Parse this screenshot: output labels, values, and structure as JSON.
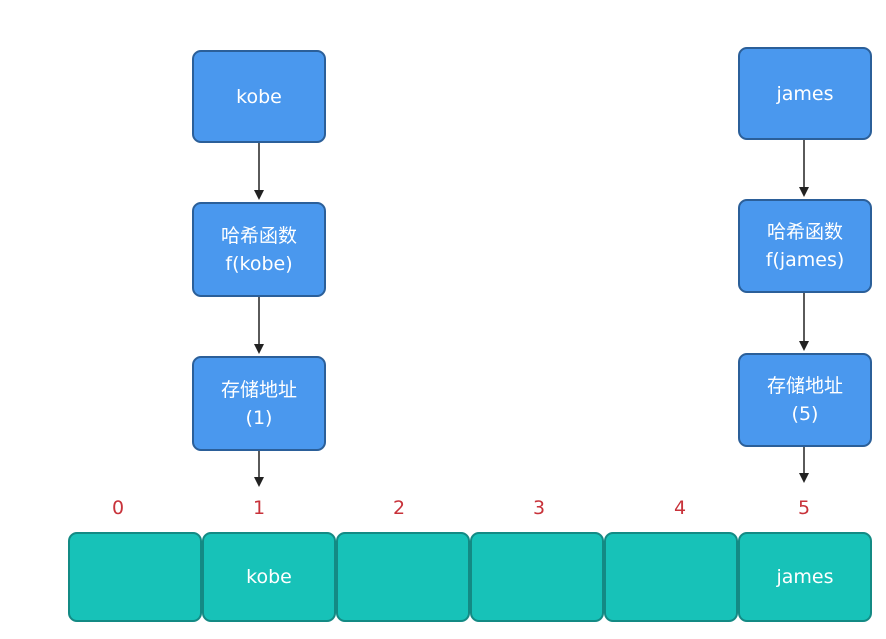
{
  "left_chain": {
    "key": "kobe",
    "hash_line1": "哈希函数",
    "hash_line2": "f(kobe)",
    "addr_line1": "存储地址",
    "addr_line2": "(1)"
  },
  "right_chain": {
    "key": "james",
    "hash_line1": "哈希函数",
    "hash_line2": "f(james)",
    "addr_line1": "存储地址",
    "addr_line2": "(5)"
  },
  "array": {
    "indices": [
      "0",
      "1",
      "2",
      "3",
      "4",
      "5"
    ],
    "cells": [
      "",
      "kobe",
      "",
      "",
      "",
      "james"
    ]
  },
  "colors": {
    "node_fill": "#4a98ee",
    "cell_fill": "#17c2b8",
    "index_text": "#c8323a",
    "arrow": "#222222"
  }
}
